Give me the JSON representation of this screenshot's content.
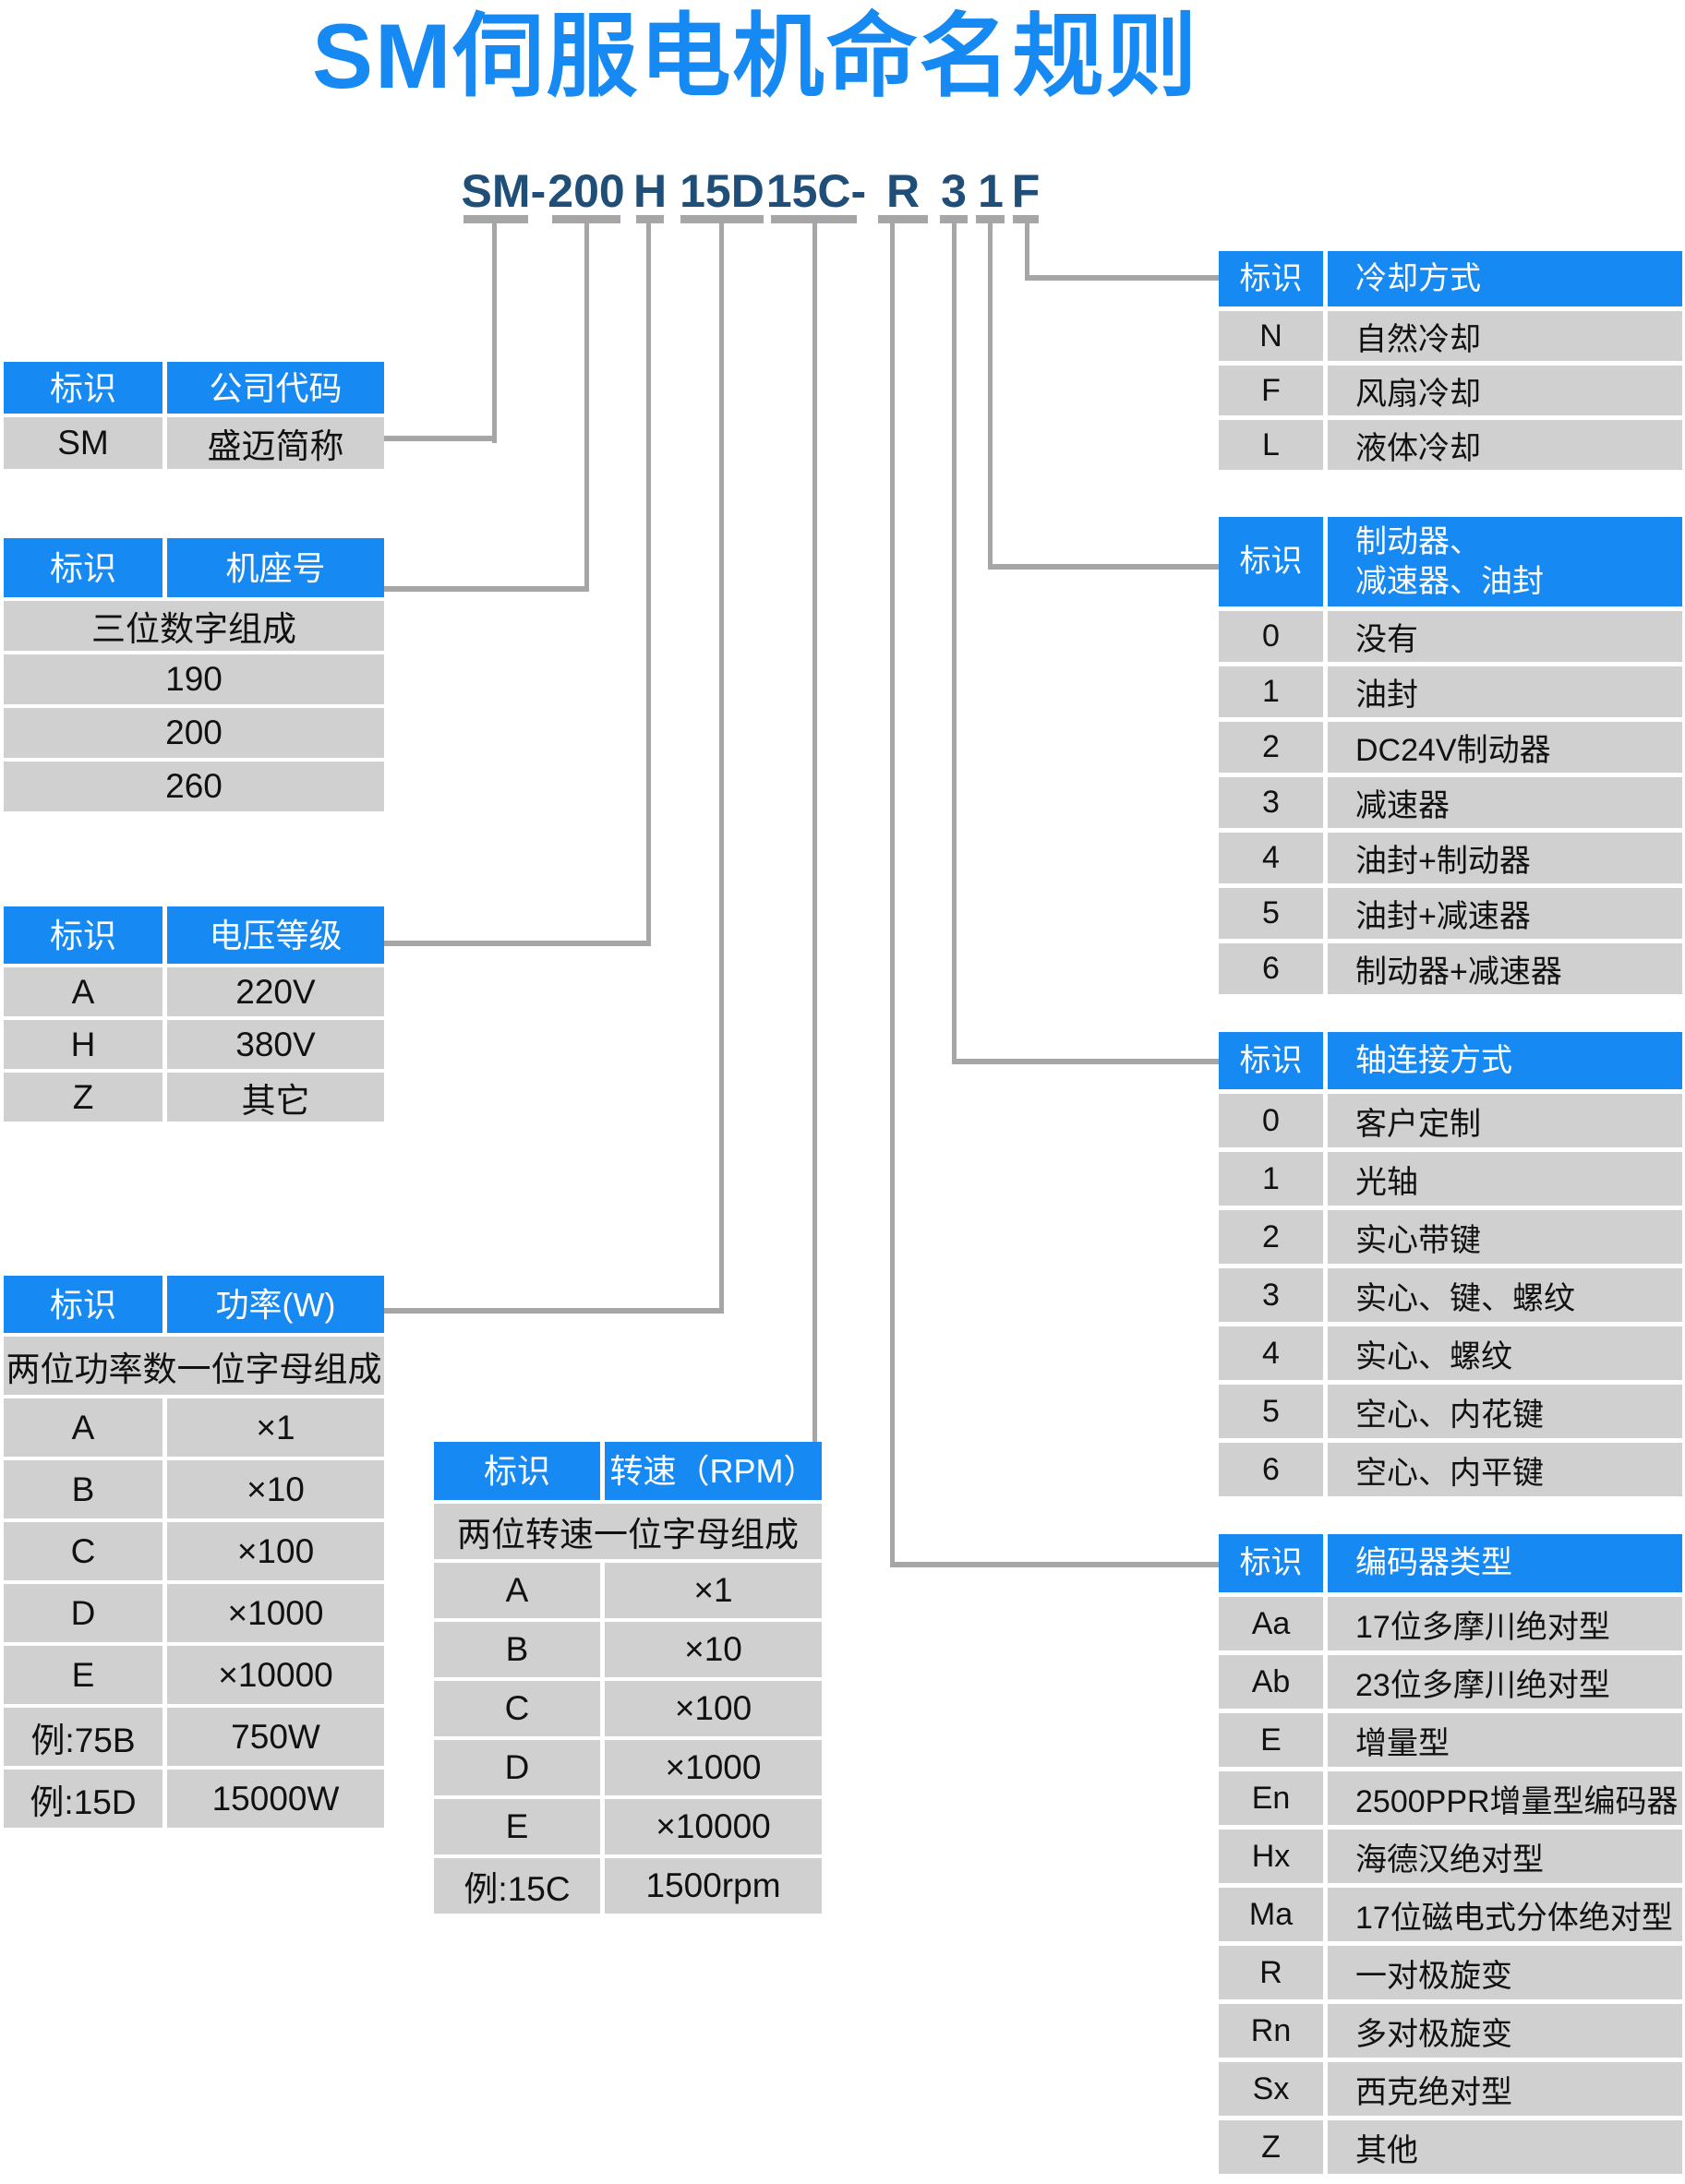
{
  "title": "SM伺服电机命名规则",
  "colors": {
    "accent_blue": "#168af2",
    "code_navy": "#1f4e79",
    "cell_gray": "#d0d0d0",
    "connector_gray": "#a6a6a6"
  },
  "model_code": {
    "full": "SM-200 H 15D 15C- R 3 1 F",
    "segments": [
      "SM",
      "-",
      "200",
      "H",
      "15D",
      "15C-",
      "R",
      "3",
      "1",
      "F"
    ]
  },
  "tables": [
    {
      "key": "company",
      "header": [
        "标识",
        "公司代码"
      ],
      "rows": [
        {
          "cells": [
            "SM",
            "盛迈简称"
          ]
        }
      ]
    },
    {
      "key": "frame",
      "header": [
        "标识",
        "机座号"
      ],
      "rows": [
        {
          "full": "三位数字组成"
        },
        {
          "full": "190"
        },
        {
          "full": "200"
        },
        {
          "full": "260"
        }
      ]
    },
    {
      "key": "voltage",
      "header": [
        "标识",
        "电压等级"
      ],
      "rows": [
        {
          "cells": [
            "A",
            "220V"
          ]
        },
        {
          "cells": [
            "H",
            "380V"
          ]
        },
        {
          "cells": [
            "Z",
            "其它"
          ]
        }
      ]
    },
    {
      "key": "power",
      "header": [
        "标识",
        "功率(W)"
      ],
      "rows": [
        {
          "full": "两位功率数一位字母组成"
        },
        {
          "cells": [
            "A",
            "×1"
          ]
        },
        {
          "cells": [
            "B",
            "×10"
          ]
        },
        {
          "cells": [
            "C",
            "×100"
          ]
        },
        {
          "cells": [
            "D",
            "×1000"
          ]
        },
        {
          "cells": [
            "E",
            "×10000"
          ]
        },
        {
          "cells": [
            "例:75B",
            "750W"
          ]
        },
        {
          "cells": [
            "例:15D",
            "15000W"
          ]
        }
      ]
    },
    {
      "key": "speed",
      "header": [
        "标识",
        "转速（RPM）"
      ],
      "rows": [
        {
          "full": "两位转速一位字母组成"
        },
        {
          "cells": [
            "A",
            "×1"
          ]
        },
        {
          "cells": [
            "B",
            "×10"
          ]
        },
        {
          "cells": [
            "C",
            "×100"
          ]
        },
        {
          "cells": [
            "D",
            "×1000"
          ]
        },
        {
          "cells": [
            "E",
            "×10000"
          ]
        },
        {
          "cells": [
            "例:15C",
            "1500rpm"
          ]
        }
      ]
    },
    {
      "key": "cooling",
      "header": [
        "标识",
        "冷却方式"
      ],
      "rows": [
        {
          "cells": [
            "N",
            "自然冷却"
          ]
        },
        {
          "cells": [
            "F",
            "风扇冷却"
          ]
        },
        {
          "cells": [
            "L",
            "液体冷却"
          ]
        }
      ]
    },
    {
      "key": "brake",
      "header": [
        "标识",
        "制动器、\n减速器、油封"
      ],
      "rows": [
        {
          "cells": [
            "0",
            "没有"
          ]
        },
        {
          "cells": [
            "1",
            "油封"
          ]
        },
        {
          "cells": [
            "2",
            "DC24V制动器"
          ]
        },
        {
          "cells": [
            "3",
            "减速器"
          ]
        },
        {
          "cells": [
            "4",
            "油封+制动器"
          ]
        },
        {
          "cells": [
            "5",
            "油封+减速器"
          ]
        },
        {
          "cells": [
            "6",
            "制动器+减速器"
          ]
        }
      ]
    },
    {
      "key": "shaft",
      "header": [
        "标识",
        "轴连接方式"
      ],
      "rows": [
        {
          "cells": [
            "0",
            "客户定制"
          ]
        },
        {
          "cells": [
            "1",
            "光轴"
          ]
        },
        {
          "cells": [
            "2",
            "实心带键"
          ]
        },
        {
          "cells": [
            "3",
            "实心、键、螺纹"
          ]
        },
        {
          "cells": [
            "4",
            "实心、螺纹"
          ]
        },
        {
          "cells": [
            "5",
            "空心、内花键"
          ]
        },
        {
          "cells": [
            "6",
            "空心、内平键"
          ]
        }
      ]
    },
    {
      "key": "encoder",
      "header": [
        "标识",
        "编码器类型"
      ],
      "rows": [
        {
          "cells": [
            "Aa",
            "17位多摩川绝对型"
          ]
        },
        {
          "cells": [
            "Ab",
            "23位多摩川绝对型"
          ]
        },
        {
          "cells": [
            "E",
            "增量型"
          ]
        },
        {
          "cells": [
            "En",
            "2500PPR增量型编码器"
          ]
        },
        {
          "cells": [
            "Hx",
            "海德汉绝对型"
          ]
        },
        {
          "cells": [
            "Ma",
            "17位磁电式分体绝对型"
          ]
        },
        {
          "cells": [
            "R",
            "一对极旋变"
          ]
        },
        {
          "cells": [
            "Rn",
            "多对极旋变"
          ]
        },
        {
          "cells": [
            "Sx",
            "西克绝对型"
          ]
        },
        {
          "cells": [
            "Z",
            "其他"
          ]
        }
      ]
    }
  ]
}
